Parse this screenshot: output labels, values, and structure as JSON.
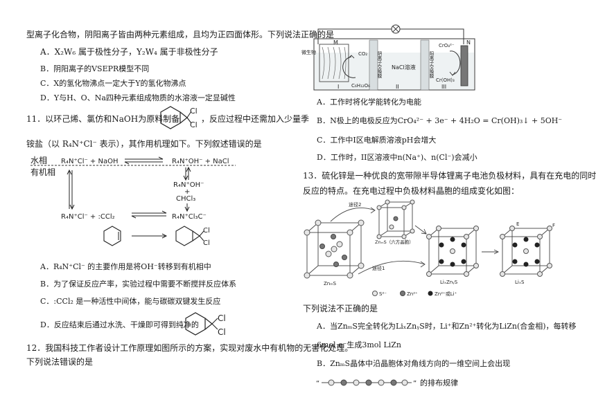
{
  "left": {
    "intro": "型离子化合物，阴阳离子皆由两种元素组成，且均为正四面体形。下列说法正确的是",
    "q10_options": [
      "A．X₂W₆ 属于极性分子，Y₂W₄ 属于非极性分子",
      "B．阴阳离子的VSEPR模型不同",
      "C．X的氢化物沸点一定大于Y的氢化物沸点",
      "D．Y与H、O、Na四种元素组成物质的水溶液一定显碱性"
    ],
    "q11_stem_a": "11．以环己烯、氯仿和NaOH为原料制备",
    "q11_stem_b": "，反应过程中还需加入少量季",
    "q11_stem_c": "铵盐（以 R₄N⁺Cl⁻ 表示），其作用机理如下。下列叙述错误的是",
    "mechanism": {
      "water_phase": "水相",
      "organic_phase": "有机相",
      "top_left": "R₄N⁺Cl⁻ + NaOH",
      "top_right": "R₄N⁺OH⁻ + NaCl",
      "mid_r1": "R₄N⁺OH⁻",
      "mid_plus": "+",
      "mid_r2": "CHCl₃",
      "bottom_left": "R₄N⁺Cl⁻ + :CCl₂",
      "bottom_right": "R₄N⁺Cl₃C⁻",
      "cl": "Cl"
    },
    "q11_options": [
      "A．R₄N⁺Cl⁻ 的主要作用是将OH⁻转移到有机相中",
      "B．为了保证反应产率，实验过程中需要不断搅拌反应体系",
      "C．:CCl₂ 是一种活性中间体，能与碳碳双键发生反应",
      "D．反应结束后通过水洗、干燥即可得到纯净的"
    ],
    "q12_line1": "12．我国科技工作者设计工作原理如图所示的方案，实现对废水中有机物的无害化处理。",
    "q12_line2": "下列说法错误的是"
  },
  "right": {
    "cell": {
      "microbe": "微生物",
      "m": "M",
      "n": "N",
      "co2": "CO₂",
      "c6h12o6": "C₆H₁₂O₆",
      "anion_membrane": "阴离子交换膜",
      "cation_membrane": "阳离子交换膜",
      "nacl": "NaCl溶液",
      "cro4": "CrO₄²⁻",
      "croh3": "Cr(OH)₃",
      "zone1": "I",
      "zone2": "II",
      "zone3": "III"
    },
    "q12_options": [
      "A．工作时将化学能转化为电能",
      "B．N极上的电极反应为CrO₄²⁻ + 3e⁻ + 4H₂O = Cr(OH)₃↓ + 5OH⁻",
      "C．工作中I区电解质溶液pH会增大",
      "D．工作时，II区溶液中n(Na⁺)、n(Cl⁻)会减小"
    ],
    "q13_line1": "13．硫化锌是一种优良的宽带隙半导体锂离子电池负极材料，具有在充电的同时合金化",
    "q13_line2": "反应的特点。在充电过程中负极材料晶胞的组成变化如图：",
    "crystal": {
      "path2": "途径2",
      "path1": "途径1",
      "cell1": "ZnₘS",
      "cell2": "ZnₘS（六方晶胞）",
      "cell3": "LiₓZnᵧS",
      "cell4": "LiₓS",
      "e": "E",
      "f": "F",
      "legend": [
        "S²⁻",
        "Zn²⁺",
        "Zn²⁺或Li⁺"
      ]
    },
    "q13_ask": "下列说法不正确的是",
    "q13_A1": "A．当ZnₘS完全转化为LiₓZnᵧS时，Li⁺和Zn²⁺转化为LiZn(合金相)，每转移",
    "q13_A2": "6mol e⁻生成3mol LiZn",
    "q13_B": "B．ZnₘS晶体中沿晶胞体对角线方向的一维空间上会出现",
    "q13_B_tail": "的排布规律"
  }
}
